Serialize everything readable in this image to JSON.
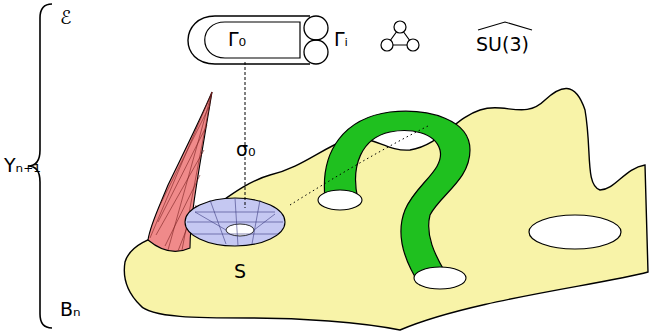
{
  "diagram": {
    "labels": [
      "Yₙ₊₁",
      "ℰ",
      "Bₙ",
      "Γ₀",
      "Γᵢ",
      "SU(3)",
      "σ₀",
      "S"
    ]
  }
}
